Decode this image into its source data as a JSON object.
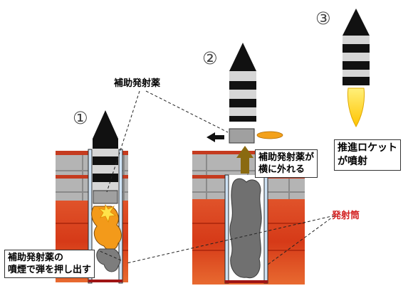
{
  "steps": {
    "one": "①",
    "two": "②",
    "three": "③"
  },
  "labels": {
    "auxiliary_propellant": "補助発射薬",
    "aux_sideways": "補助発射薬が\n横に外れる",
    "rocket_ignite": "推進ロケット\nが噴射",
    "launch_tube": "発射筒",
    "push_out": "補助発射薬の\n噴煙で弾を押し出す"
  },
  "colors": {
    "brick_gray": "#a8a8a8",
    "brick_red": "#d9481c",
    "launch_tube_label": "#d21f1f",
    "flame_yellow": "#ffd21a",
    "smoke_orange": "#f39a1a",
    "arrow_brown": "#8a6a10",
    "smoke_gray": "#6e6e6e"
  }
}
